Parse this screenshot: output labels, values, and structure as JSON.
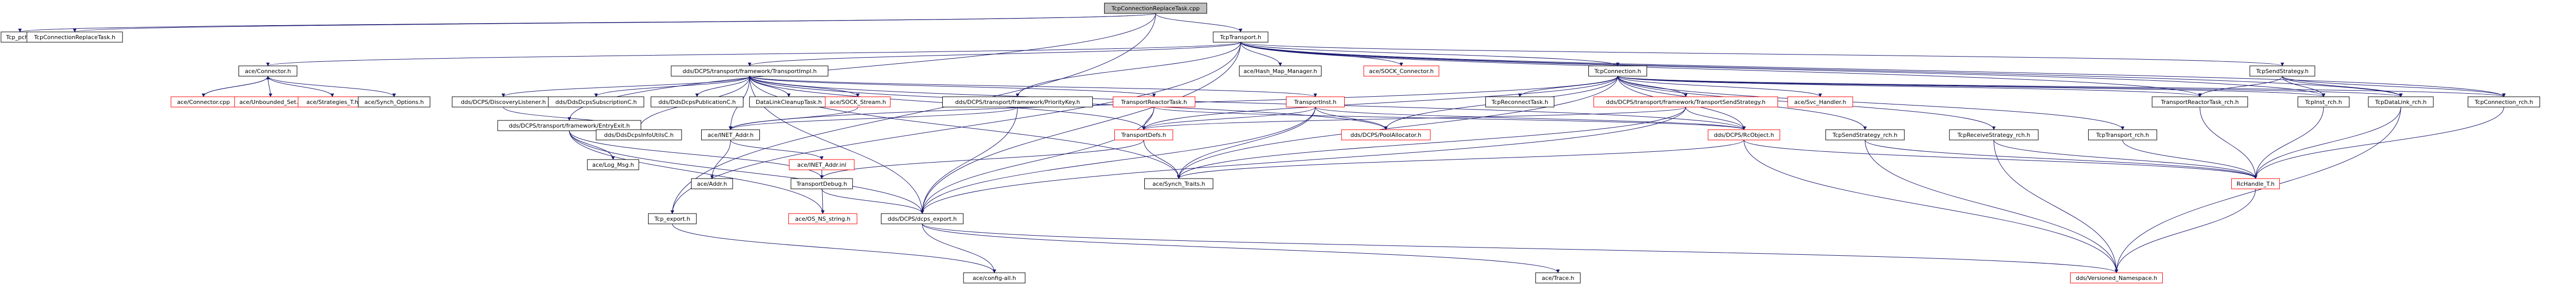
{
  "diagram": {
    "title": "",
    "colors": {
      "root_fill": "#bfbfbf",
      "node_fill": "#ffffff",
      "node_border": "#000000",
      "truncated_border": "#ff0000",
      "edge": "#191970",
      "text": "#000000"
    },
    "nodes": [
      {
        "id": "root",
        "label": "TcpConnectionReplaceTask.cpp",
        "root": true
      },
      {
        "id": "tcp_pch",
        "label": "Tcp_pch.h"
      },
      {
        "id": "tcpconnreplacetask_h",
        "label": "TcpConnectionReplaceTask.h"
      },
      {
        "id": "tcptransport_h",
        "label": "TcpTransport.h"
      },
      {
        "id": "connector_h",
        "label": "ace/Connector.h"
      },
      {
        "id": "connector_cpp",
        "label": "ace/Connector.cpp",
        "truncated": true
      },
      {
        "id": "unbounded_set",
        "label": "ace/Unbounded_Set.h",
        "truncated": true
      },
      {
        "id": "strategies_t",
        "label": "ace/Strategies_T.h",
        "truncated": true
      },
      {
        "id": "synch_options",
        "label": "ace/Synch_Options.h"
      },
      {
        "id": "transportimpl_h",
        "label": "dds/DCPS/transport/framework/TransportImpl.h"
      },
      {
        "id": "discoverylistener",
        "label": "dds/DCPS/DiscoveryListener.h"
      },
      {
        "id": "ddsdcpssubscriptionc",
        "label": "dds/DdsDcpsSubscriptionC.h"
      },
      {
        "id": "ddsdcpspublicationc",
        "label": "dds/DdsDcpsPublicationC.h"
      },
      {
        "id": "datalinkcleanuptask",
        "label": "DataLinkCleanupTask.h"
      },
      {
        "id": "sock_stream",
        "label": "ace/SOCK_Stream.h",
        "truncated": true
      },
      {
        "id": "prioritykey",
        "label": "dds/DCPS/transport/framework/PriorityKey.h"
      },
      {
        "id": "hash_map_manager",
        "label": "ace/Hash_Map_Manager.h"
      },
      {
        "id": "sock_connector",
        "label": "ace/SOCK_Connector.h",
        "truncated": true
      },
      {
        "id": "transportreactortask",
        "label": "TransportReactorTask.h",
        "truncated": true
      },
      {
        "id": "transportinst",
        "label": "TransportInst.h",
        "truncated": true
      },
      {
        "id": "tcpconnection_h",
        "label": "TcpConnection.h"
      },
      {
        "id": "tcpreconnecttask",
        "label": "TcpReconnectTask.h"
      },
      {
        "id": "transportsendstrategy",
        "label": "dds/DCPS/transport/framework/TransportSendStrategy.h",
        "truncated": true
      },
      {
        "id": "svc_handler",
        "label": "ace/Svc_Handler.h",
        "truncated": true
      },
      {
        "id": "tcpsendstrategy_h",
        "label": "TcpSendStrategy.h"
      },
      {
        "id": "transportreactortask_rch",
        "label": "TransportReactorTask_rch.h"
      },
      {
        "id": "tcpinst_rch",
        "label": "TcpInst_rch.h"
      },
      {
        "id": "tcpdatalink_rch",
        "label": "TcpDataLink_rch.h"
      },
      {
        "id": "tcpconnection_rch",
        "label": "TcpConnection_rch.h"
      },
      {
        "id": "entryexit",
        "label": "dds/DCPS/transport/framework/EntryExit.h"
      },
      {
        "id": "ddsdcpsinfoutilsc",
        "label": "dds/DdsDcpsInfoUtilsC.h"
      },
      {
        "id": "inet_addr_h",
        "label": "ace/INET_Addr.h"
      },
      {
        "id": "log_msg",
        "label": "ace/Log_Msg.h"
      },
      {
        "id": "inet_addr_inl",
        "label": "ace/INET_Addr.inl",
        "truncated": true
      },
      {
        "id": "addr_h",
        "label": "ace/Addr.h"
      },
      {
        "id": "transportdefs",
        "label": "TransportDefs.h",
        "truncated": true
      },
      {
        "id": "poolallocator",
        "label": "dds/DCPS/PoolAllocator.h",
        "truncated": true
      },
      {
        "id": "rcobject",
        "label": "dds/DCPS/RcObject.h",
        "truncated": true
      },
      {
        "id": "tcpsendstrategy_rch",
        "label": "TcpSendStrategy_rch.h"
      },
      {
        "id": "tcpreceivestrategy_rch",
        "label": "TcpReceiveStrategy_rch.h"
      },
      {
        "id": "tcptransport_rch",
        "label": "TcpTransport_rch.h"
      },
      {
        "id": "transportdebug",
        "label": "TransportDebug.h"
      },
      {
        "id": "synch_traits",
        "label": "ace/Synch_Traits.h"
      },
      {
        "id": "rchandle_t",
        "label": "RcHandle_T.h",
        "truncated": true
      },
      {
        "id": "os_ns_string",
        "label": "ace/OS_NS_string.h",
        "truncated": true
      },
      {
        "id": "tcp_export",
        "label": "Tcp_export.h"
      },
      {
        "id": "dcps_export",
        "label": "dds/DCPS/dcps_export.h"
      },
      {
        "id": "config_all",
        "label": "ace/config-all.h"
      },
      {
        "id": "ace_trace",
        "label": "ace/Trace.h"
      },
      {
        "id": "versioned_namespace",
        "label": "dds/Versioned_Namespace.h",
        "truncated": true
      }
    ],
    "edges": [
      [
        "root",
        "tcp_pch"
      ],
      [
        "root",
        "tcpconnreplacetask_h"
      ],
      [
        "root",
        "tcptransport_h"
      ],
      [
        "root",
        "entryexit"
      ],
      [
        "root",
        "tcp_export"
      ],
      [
        "tcptransport_h",
        "connector_h"
      ],
      [
        "tcptransport_h",
        "transportimpl_h"
      ],
      [
        "tcptransport_h",
        "hash_map_manager"
      ],
      [
        "tcptransport_h",
        "sock_connector"
      ],
      [
        "tcptransport_h",
        "tcpconnection_h"
      ],
      [
        "tcptransport_h",
        "tcpsendstrategy_h"
      ],
      [
        "tcptransport_h",
        "tcpinst_rch"
      ],
      [
        "tcptransport_h",
        "tcpdatalink_rch"
      ],
      [
        "tcptransport_h",
        "tcpconnection_rch"
      ],
      [
        "tcptransport_h",
        "prioritykey"
      ],
      [
        "tcptransport_h",
        "transportreactortask_rch"
      ],
      [
        "tcptransport_h",
        "tcp_export"
      ],
      [
        "tcptransport_h",
        "dcps_export"
      ],
      [
        "connector_h",
        "connector_cpp"
      ],
      [
        "connector_h",
        "unbounded_set"
      ],
      [
        "connector_h",
        "strategies_t"
      ],
      [
        "connector_h",
        "synch_options"
      ],
      [
        "connector_cpp",
        "connector_h"
      ],
      [
        "transportimpl_h",
        "discoverylistener"
      ],
      [
        "transportimpl_h",
        "ddsdcpssubscriptionc"
      ],
      [
        "transportimpl_h",
        "ddsdcpspublicationc"
      ],
      [
        "transportimpl_h",
        "datalinkcleanuptask"
      ],
      [
        "transportimpl_h",
        "sock_stream"
      ],
      [
        "transportimpl_h",
        "transportreactortask"
      ],
      [
        "transportimpl_h",
        "transportinst"
      ],
      [
        "transportimpl_h",
        "ddsdcpsinfoutilsc"
      ],
      [
        "transportimpl_h",
        "inet_addr_h"
      ],
      [
        "transportimpl_h",
        "transportdefs"
      ],
      [
        "transportimpl_h",
        "poolallocator"
      ],
      [
        "transportimpl_h",
        "rcobject"
      ],
      [
        "transportimpl_h",
        "synch_traits"
      ],
      [
        "transportimpl_h",
        "dcps_export"
      ],
      [
        "discoverylistener",
        "ddsdcpsinfoutilsc"
      ],
      [
        "sock_stream",
        "inet_addr_h"
      ],
      [
        "prioritykey",
        "inet_addr_h"
      ],
      [
        "prioritykey",
        "dcps_export"
      ],
      [
        "transportreactortask",
        "transportdefs"
      ],
      [
        "transportreactortask",
        "rcobject"
      ],
      [
        "transportreactortask",
        "dcps_export"
      ],
      [
        "transportinst",
        "transportdefs"
      ],
      [
        "transportinst",
        "poolallocator"
      ],
      [
        "transportinst",
        "rcobject"
      ],
      [
        "transportinst",
        "synch_traits"
      ],
      [
        "transportinst",
        "dcps_export"
      ],
      [
        "tcpconnection_h",
        "tcpreconnecttask"
      ],
      [
        "tcpconnection_h",
        "transportsendstrategy"
      ],
      [
        "tcpconnection_h",
        "svc_handler"
      ],
      [
        "tcpconnection_h",
        "transportreactortask_rch"
      ],
      [
        "tcpconnection_h",
        "tcpinst_rch"
      ],
      [
        "tcpconnection_h",
        "tcpdatalink_rch"
      ],
      [
        "tcpconnection_h",
        "tcpconnection_rch"
      ],
      [
        "tcpconnection_h",
        "tcpsendstrategy_rch"
      ],
      [
        "tcpconnection_h",
        "tcpreceivestrategy_rch"
      ],
      [
        "tcpconnection_h",
        "tcptransport_rch"
      ],
      [
        "tcpconnection_h",
        "rcobject"
      ],
      [
        "tcpconnection_h",
        "transportdefs"
      ],
      [
        "tcpconnection_h",
        "synch_traits"
      ],
      [
        "tcpconnection_h",
        "inet_addr_h"
      ],
      [
        "tcpconnection_h",
        "poolallocator"
      ],
      [
        "transportsendstrategy",
        "transportdefs"
      ],
      [
        "transportsendstrategy",
        "rcobject"
      ],
      [
        "transportsendstrategy",
        "synch_traits"
      ],
      [
        "transportsendstrategy",
        "dcps_export"
      ],
      [
        "tcpsendstrategy_h",
        "transportreactortask_rch"
      ],
      [
        "tcpsendstrategy_h",
        "tcpinst_rch"
      ],
      [
        "tcpsendstrategy_h",
        "tcpdatalink_rch"
      ],
      [
        "tcpsendstrategy_h",
        "tcpconnection_rch"
      ],
      [
        "transportreactortask_rch",
        "rchandle_t"
      ],
      [
        "tcpinst_rch",
        "rchandle_t"
      ],
      [
        "tcpdatalink_rch",
        "rchandle_t"
      ],
      [
        "tcpdatalink_rch",
        "versioned_namespace"
      ],
      [
        "tcpconnection_rch",
        "rchandle_t"
      ],
      [
        "entryexit",
        "log_msg"
      ],
      [
        "entryexit",
        "os_ns_string"
      ],
      [
        "entryexit",
        "dcps_export"
      ],
      [
        "entryexit",
        "transportdebug"
      ],
      [
        "inet_addr_h",
        "addr_h"
      ],
      [
        "inet_addr_h",
        "inet_addr_inl"
      ],
      [
        "inet_addr_inl",
        "os_ns_string"
      ],
      [
        "transportdefs",
        "synch_traits"
      ],
      [
        "transportdefs",
        "transportdebug"
      ],
      [
        "rcobject",
        "synch_traits"
      ],
      [
        "rcobject",
        "rchandle_t"
      ],
      [
        "rcobject",
        "versioned_namespace"
      ],
      [
        "tcpsendstrategy_rch",
        "rchandle_t"
      ],
      [
        "tcpsendstrategy_rch",
        "versioned_namespace"
      ],
      [
        "tcpreceivestrategy_rch",
        "rchandle_t"
      ],
      [
        "tcpreceivestrategy_rch",
        "versioned_namespace"
      ],
      [
        "tcptransport_rch",
        "rchandle_t"
      ],
      [
        "transportdebug",
        "dcps_export"
      ],
      [
        "rchandle_t",
        "versioned_namespace"
      ],
      [
        "tcp_export",
        "config_all"
      ],
      [
        "dcps_export",
        "config_all"
      ],
      [
        "dcps_export",
        "ace_trace"
      ],
      [
        "dcps_export",
        "versioned_namespace"
      ]
    ]
  }
}
